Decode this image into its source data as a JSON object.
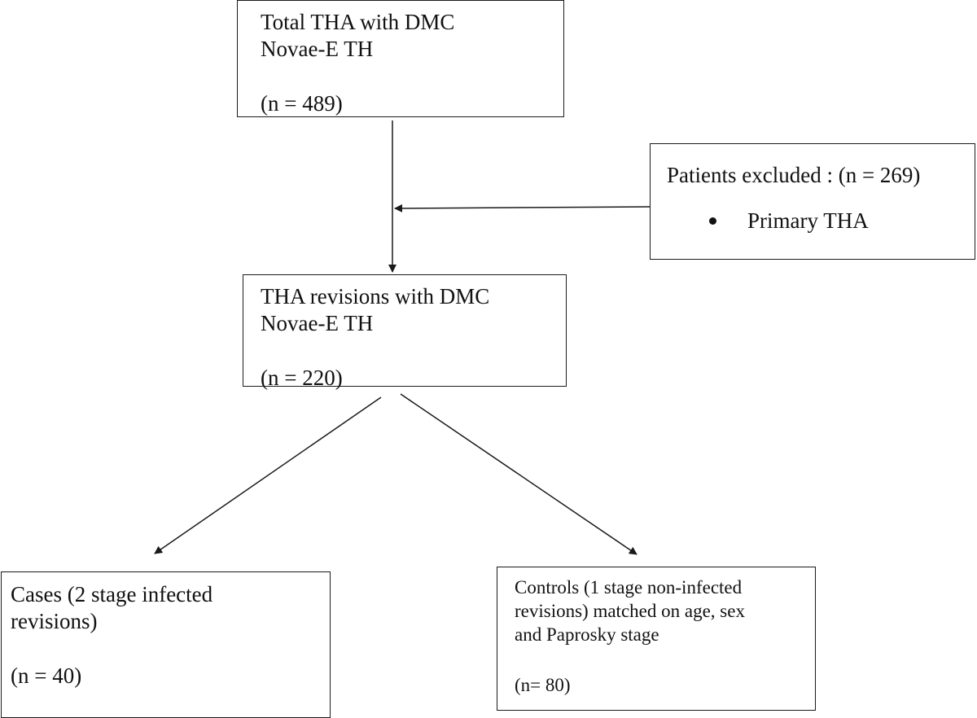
{
  "nodes": {
    "total": {
      "line1": "Total THA with DMC",
      "line2": "Novae-E TH",
      "count": "(n = 489)"
    },
    "excluded": {
      "title": "Patients excluded : (n = 269)",
      "bullet": "Primary THA"
    },
    "revisions": {
      "line1": "THA revisions with DMC",
      "line2": "Novae-E TH",
      "count": "(n = 220)"
    },
    "cases": {
      "line1": "Cases (2 stage infected",
      "line2": "revisions)",
      "count": "(n = 40)"
    },
    "controls": {
      "line1": "Controls (1 stage non-infected",
      "line2": "revisions) matched on age, sex",
      "line3": "and Paprosky stage",
      "count": "(n= 80)"
    }
  },
  "colors": {
    "line": "#1a1a1a",
    "text": "#111111",
    "background": "#ffffff"
  }
}
